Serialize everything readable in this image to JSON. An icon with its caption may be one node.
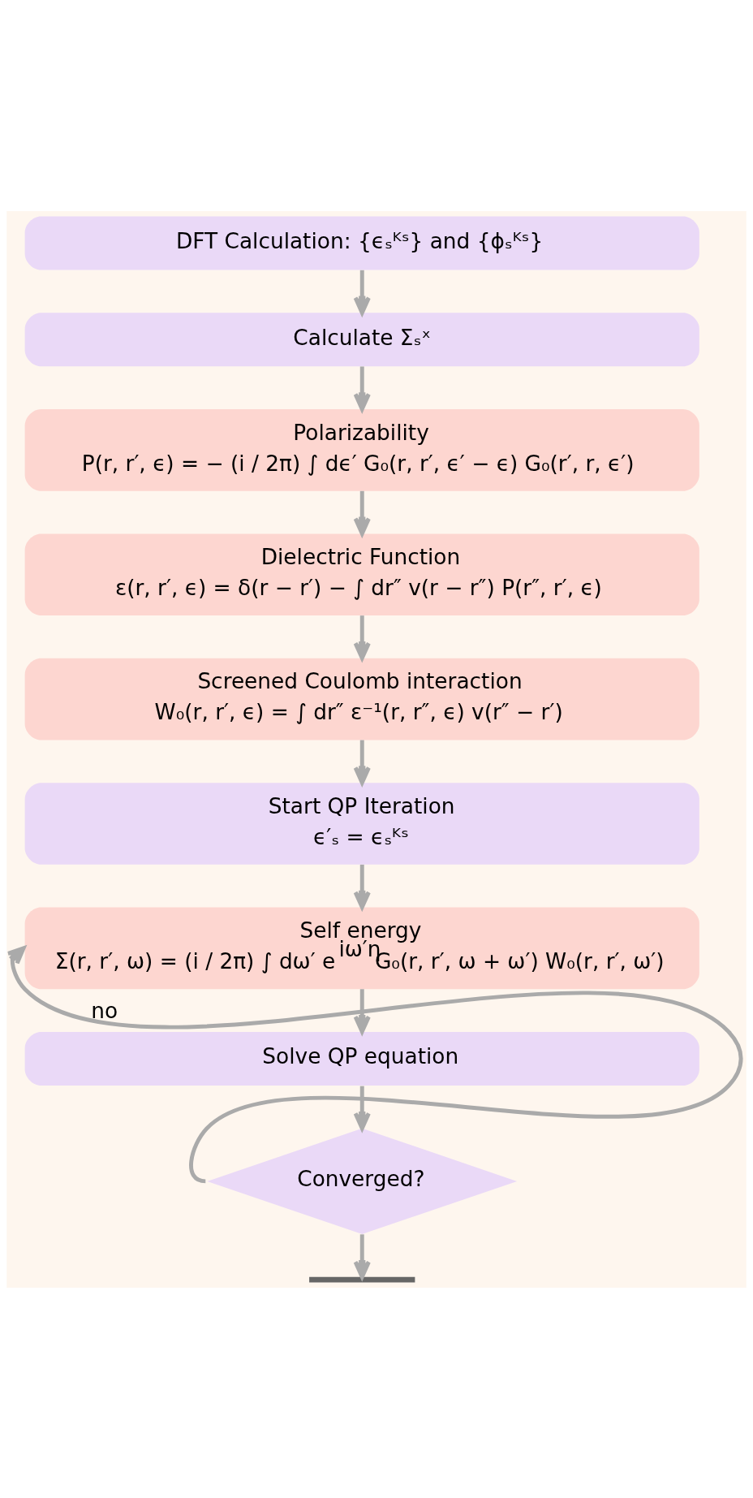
{
  "diagram": {
    "nodes": [
      {
        "text": [
          "DFT Calculation: {ϵₛᴷˢ} and {ϕₛᴷˢ}"
        ]
      },
      {
        "text": [
          "Calculate Σₛˣ"
        ]
      },
      {
        "text": [
          "Polarizability",
          "P(r, r′, ϵ) = − (i / 2π) ∫ dϵ′ G₀(r, r′, ϵ′ − ϵ) G₀(r′, r, ϵ′)"
        ]
      },
      {
        "text": [
          "Dielectric Function",
          "ε(r, r′, ϵ) = δ(r − r′) − ∫ dr″ v(r − r″) P(r″, r′, ϵ)"
        ]
      },
      {
        "text": [
          "Screened Coulomb interaction",
          "W₀(r, r′, ϵ) = ∫ dr″ ε⁻¹(r, r″, ϵ) v(r″ − r′)"
        ]
      },
      {
        "text": [
          "Start QP Iteration",
          "ϵ′ₛ = ϵₛᴷˢ"
        ]
      },
      {
        "text": [
          "Self energy",
          "Σ(r, r′, ω) = (i / 2π) ∫ dω′ e$^{iω′η}$G₀(r, r′, ω + ω′) W₀(r, r′, ω′)"
        ]
      },
      {
        "text": [
          "Solve QP equation"
        ]
      },
      {
        "text": [
          "Converged?"
        ]
      },
      {
        "text": [],
        "shape": "bar"
      }
    ],
    "edges": [
      {
        "from": 0,
        "to": 1,
        "arrow": "to"
      },
      {
        "from": 1,
        "to": 2,
        "arrow": "to"
      },
      {
        "from": 2,
        "to": 3,
        "arrow": "to"
      },
      {
        "from": 3,
        "to": 4,
        "arrow": "to"
      },
      {
        "from": 4,
        "to": 5,
        "arrow": "to"
      },
      {
        "from": 5,
        "to": 6,
        "arrow": "to"
      },
      {
        "from": 6,
        "to": 7,
        "arrow": "to"
      },
      {
        "from": 7,
        "to": 8,
        "arrow": "to"
      },
      {
        "from": 8,
        "to": 6,
        "arrow": "to",
        "label": "no"
      },
      {
        "from": 8,
        "to": 9,
        "arrow": "to"
      }
    ]
  }
}
